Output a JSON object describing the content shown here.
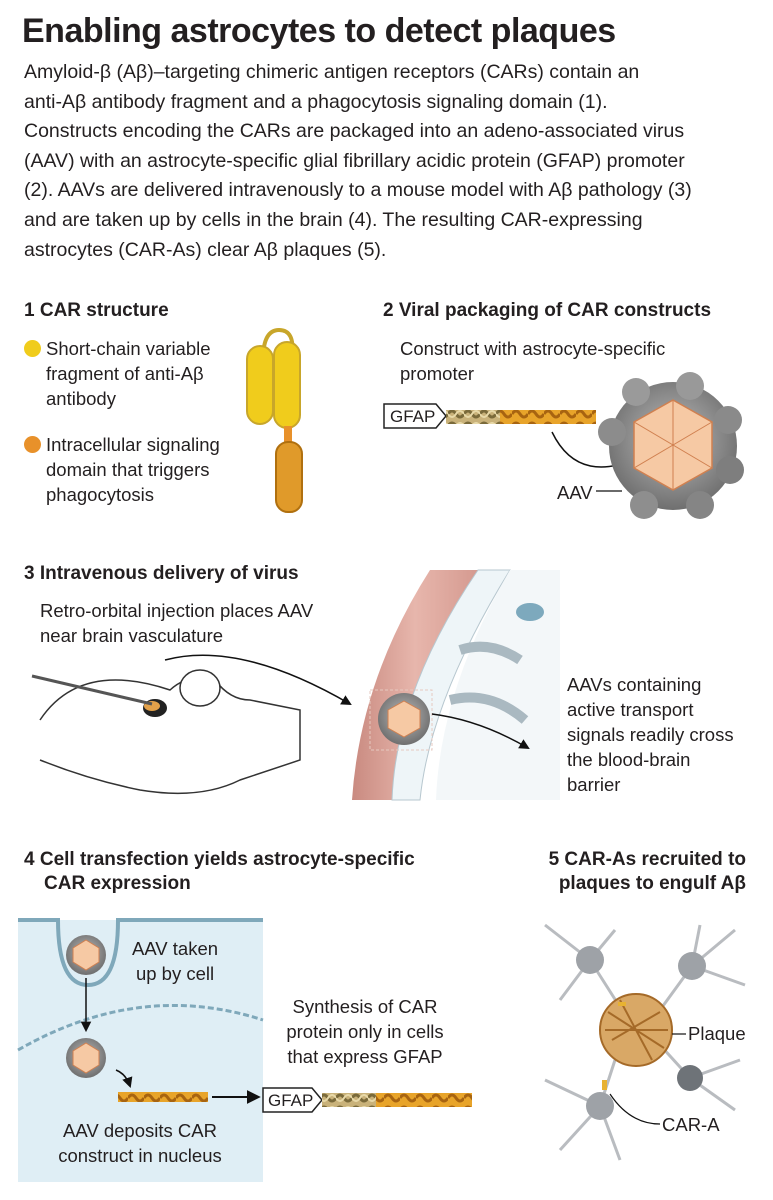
{
  "title": "Enabling astrocytes to detect plaques",
  "intro_lines": [
    "Amyloid-β (Aβ)–targeting chimeric antigen receptors (CARs) contain an",
    "anti-Aβ antibody fragment and a phagocytosis signaling domain (1).",
    "Constructs encoding the CARs are packaged into an adeno-associated virus",
    "(AAV) with an astrocyte-specific glial fibrillary acidic protein (GFAP) promoter",
    "(2). AAVs are delivered intravenously to a mouse model with Aβ pathology (3)",
    "and are taken up by cells in the brain (4). The resulting CAR-expressing",
    "astrocytes (CAR-As) clear Aβ plaques (5)."
  ],
  "panel1": {
    "heading": "1 CAR structure",
    "scfv_lines": [
      "Short-chain variable",
      "fragment of anti-Aβ",
      "antibody"
    ],
    "signal_lines": [
      "Intracellular signaling",
      "domain that triggers",
      "phagocytosis"
    ]
  },
  "panel2": {
    "heading": "2 Viral packaging of CAR constructs",
    "construct_lines": [
      "Construct with astrocyte-specific",
      "promoter"
    ],
    "gfap": "GFAP",
    "aav": "AAV"
  },
  "panel3": {
    "heading": "3 Intravenous delivery of virus",
    "injection_lines": [
      "Retro-orbital injection places AAV",
      "near brain vasculature"
    ],
    "cross_lines": [
      "AAVs containing",
      "active transport",
      "signals readily cross",
      "the blood-brain",
      "barrier"
    ]
  },
  "panel4": {
    "heading_lines": [
      "4 Cell transfection yields astrocyte-specific",
      "CAR expression"
    ],
    "taken_lines": [
      "AAV taken",
      "up by cell"
    ],
    "synthesis_lines": [
      "Synthesis of CAR",
      "protein only in cells",
      "that express GFAP"
    ],
    "deposit_lines": [
      "AAV deposits CAR",
      "construct in nucleus"
    ],
    "gfap": "GFAP"
  },
  "panel5": {
    "heading_lines": [
      "5 CAR-As recruited to",
      "plaques to engulf Aβ"
    ],
    "plaque": "Plaque",
    "car_a": "CAR-A"
  },
  "colors": {
    "scfv_yellow": "#f0cc1c",
    "signal_orange": "#e8912a",
    "virus_gray": "#8c8c8c",
    "capsid_peach": "#f6c9a4",
    "vessel_pink": "#d9938a",
    "cell_blue": "#dfeef5"
  }
}
